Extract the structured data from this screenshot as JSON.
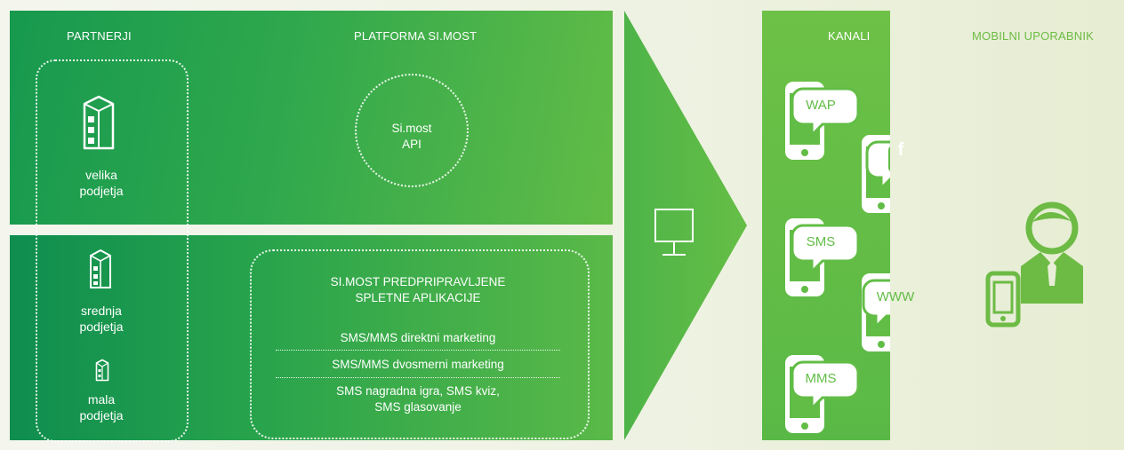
{
  "headers": {
    "partnerji": "PARTNERJI",
    "platforma": "PLATFORMA SI.MOST",
    "kanali": "KANALI",
    "mobilni": "MOBILNI UPORABNIK"
  },
  "partners": [
    {
      "line1": "velika",
      "line2": "podjetja"
    },
    {
      "line1": "srednja",
      "line2": "podjetja"
    },
    {
      "line1": "mala",
      "line2": "podjetja"
    }
  ],
  "api": {
    "line1": "Si.most",
    "line2": "API"
  },
  "apps": {
    "title_line1": "SI.MOST PREDPRIPRAVLJENE",
    "title_line2": "SPLETNE APLIKACIJE",
    "items": [
      "SMS/MMS direktni marketing",
      "SMS/MMS dvosmerni marketing",
      "SMS nagradna igra, SMS kviz,",
      "SMS glasovanje"
    ]
  },
  "channels": [
    "WAP",
    "f",
    "SMS",
    "WWW",
    "MMS"
  ],
  "colors": {
    "green_dark": "#17994e",
    "green_light": "#6dc146",
    "user_green": "#6dbb45"
  }
}
